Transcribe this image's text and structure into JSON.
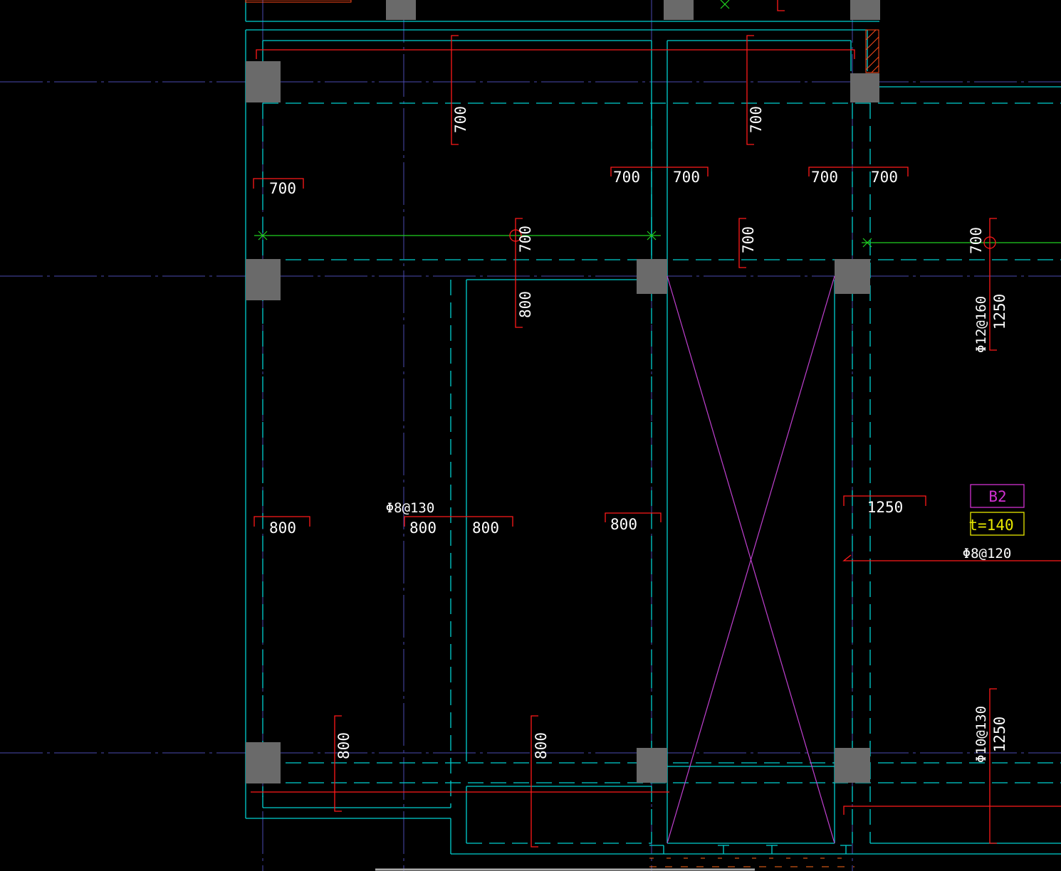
{
  "colors": {
    "background": "#000000",
    "wall": "#00d0d0",
    "axis": "#4a4ab0",
    "column": "#6a6a6a",
    "rebar": "#ff1a1a",
    "dimension_text": "#ffffff",
    "slab_label": "#d030d0",
    "thickness_label": "#e8e800",
    "reference_line": "#20d020",
    "opening_cross": "#c040d0",
    "hatch": "#ff6a1a"
  },
  "dimensions": {
    "top_left_vertical": "700",
    "top_right_vertical": "700",
    "left_bay_top": "700",
    "mid_left_a": "700",
    "mid_left_b": "700",
    "mid_right_a": "700",
    "mid_right_b": "700",
    "center_vertical_upper": "700",
    "center_vertical_lower": "800",
    "right_bay_vertical": "700",
    "far_right_vertical": "700",
    "far_right_1250_upper": "1250",
    "lower_left_800": "800",
    "lower_mid_800_a": "800",
    "lower_mid_800_b": "800",
    "lower_right_800": "800",
    "opening_right_1250": "1250",
    "bottom_left_vertical_800": "800",
    "bottom_mid_vertical_800": "800",
    "far_right_1250_lower": "1250"
  },
  "rebar_specs": {
    "slab_main": "Φ8@130",
    "right_upper": "Φ12@160",
    "right_mid": "Φ8@120",
    "right_lower": "Φ10@130"
  },
  "slab_tag": {
    "name": "B2",
    "thickness": "t=140"
  }
}
